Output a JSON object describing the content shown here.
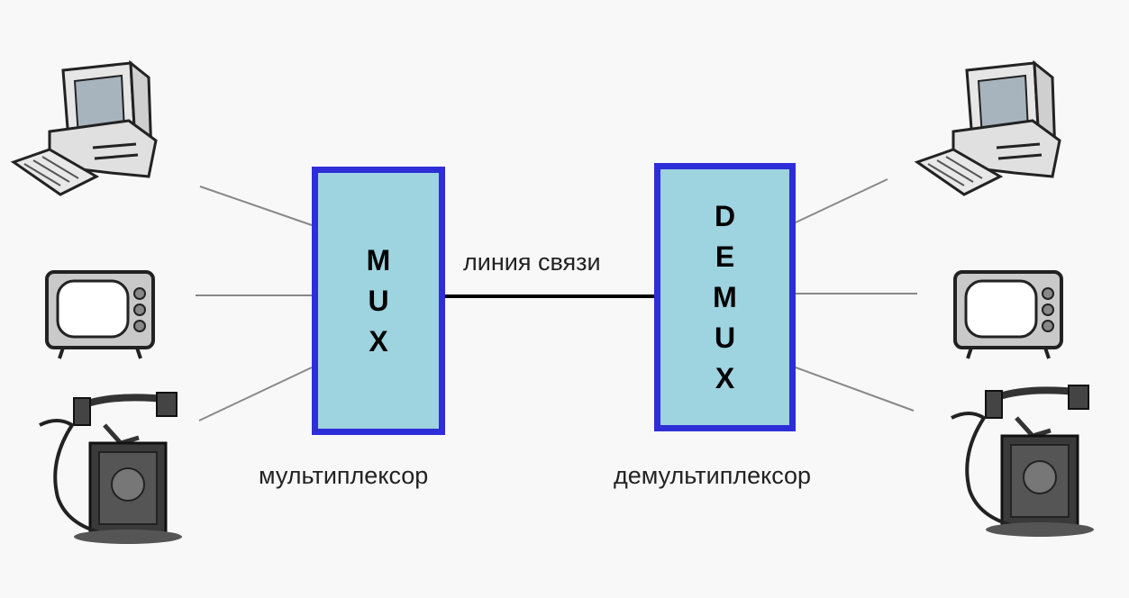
{
  "mux": {
    "letters": [
      "M",
      "U",
      "X"
    ],
    "caption": "мультиплексор"
  },
  "demux": {
    "letters": [
      "D",
      "E",
      "M",
      "U",
      "X"
    ],
    "caption": "демультиплексор"
  },
  "link": {
    "label": "линия связи"
  },
  "devices": {
    "left": [
      "computer-icon",
      "tv-icon",
      "telephone-icon"
    ],
    "right": [
      "computer-icon",
      "tv-icon",
      "telephone-icon"
    ]
  },
  "colors": {
    "background": "#f8f8f8",
    "block_fill": "#9ed3e0",
    "block_border": "#2e2ed8",
    "wire": "#888888",
    "link_line": "#000000"
  }
}
